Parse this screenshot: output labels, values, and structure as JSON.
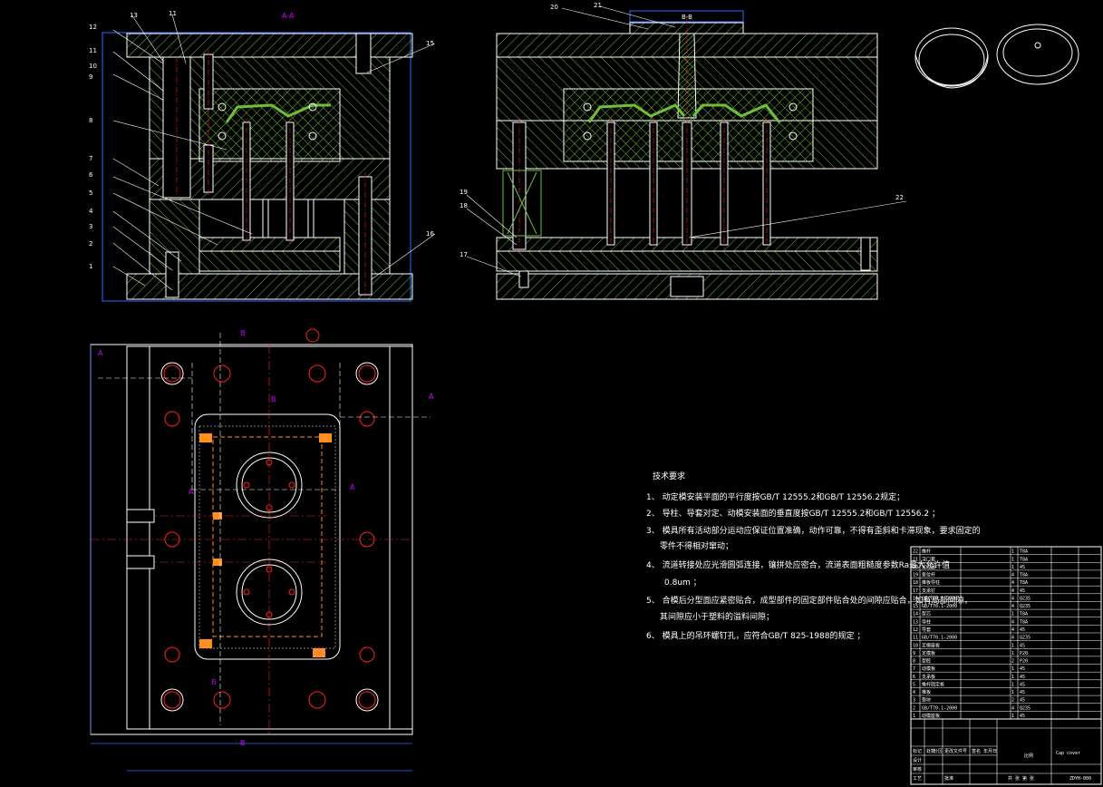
{
  "drawing": {
    "top_note": "A-A",
    "section_bb_label": "B-B",
    "sheet_size_hint": "",
    "drawing_no": "ZDYH-000",
    "drawing_title": "Mold Assembly Drawing",
    "part_label": "Cap cover"
  },
  "callouts_left": [
    "13",
    "11",
    "12",
    "11",
    "10",
    "9",
    "8",
    "7",
    "6",
    "5",
    "4",
    "3",
    "2",
    "1",
    "15",
    "16"
  ],
  "callouts_right": [
    "20",
    "21",
    "19",
    "18",
    "17",
    "22"
  ],
  "section_marks": [
    "A",
    "A",
    "A",
    "A",
    "B",
    "B",
    "B",
    "B"
  ],
  "tech_req": {
    "title": "技术要求",
    "lines": [
      "1、 动定模安装平面的平行度按GB/T 12555.2和GB/T 12556.2规定；",
      "2、 导柱、导套对定、动模安装面的垂直度按GB/T 12555.2和GB/T 12556.2 ；",
      "3、 模具所有活动部分运动应保证位置准确，动作可靠，不得有歪斜和卡滞现象，要求固定的",
      "零件不得相对窜动；",
      "4、 流道转接处应光滑圆弧连接，镶拼处应密合，流道表面粗糙度参数Ra最大允许值",
      "0.8um ；",
      "5、 合模后分型面应紧密贴合，成型部件的固定部件贴合处的间隙应贴合，如有局部间隙，",
      "其间隙应小于塑料的溢料间隙；",
      "6、 模具上的吊环螺钉孔，应符合GB/T 825-1988的规定 ；"
    ]
  },
  "bom": [
    [
      "22",
      "推杆",
      "1",
      "T8A"
    ],
    [
      "21",
      "浇口套",
      "1",
      "T8A"
    ],
    [
      "20",
      "定位圈",
      "1",
      "45"
    ],
    [
      "19",
      "复位杆",
      "4",
      "T8A"
    ],
    [
      "18",
      "推板导柱",
      "4",
      "T8A"
    ],
    [
      "17",
      "支承钉",
      "4",
      "45"
    ],
    [
      "16",
      "GB/T70.1-2000",
      "4",
      "Q235"
    ],
    [
      "15",
      "GB/T70.1-2000",
      "4",
      "Q235"
    ],
    [
      "14",
      "型芯",
      "1",
      "T8A"
    ],
    [
      "13",
      "导柱",
      "4",
      "T8A"
    ],
    [
      "12",
      "导套",
      "4",
      "45"
    ],
    [
      "11",
      "GB/T70.1-2000",
      "4",
      "Q235"
    ],
    [
      "10",
      "定模座板",
      "1",
      "45"
    ],
    [
      "9",
      "定模板",
      "1",
      "P20"
    ],
    [
      "8",
      "型腔",
      "2",
      "P20"
    ],
    [
      "7",
      "动模板",
      "1",
      "45"
    ],
    [
      "6",
      "支承板",
      "1",
      "45"
    ],
    [
      "5",
      "推杆固定板",
      "1",
      "45"
    ],
    [
      "4",
      "推板",
      "1",
      "45"
    ],
    [
      "3",
      "垫块",
      "2",
      "45"
    ],
    [
      "2",
      "GB/T70.1-2000",
      "4",
      "Q235"
    ],
    [
      "1",
      "动模座板",
      "1",
      "45"
    ]
  ],
  "title_block": {
    "row_labels": [
      "标记",
      "处数",
      "分区",
      "更改文件号",
      "签名",
      "年月日"
    ],
    "labels2": [
      "设计",
      "审核",
      "工艺",
      "批准"
    ],
    "scale_label": "比例",
    "sheet_label": "共 张 第 张"
  },
  "colors": {
    "background": "#000000",
    "lines_white": "#ffffff",
    "hatch_green": "#6fbf3a",
    "magenta": "#cc00ff",
    "blue": "#2a6cff",
    "red": "#ff2020",
    "orange": "#ff9020",
    "yellow": "#e0e000"
  }
}
